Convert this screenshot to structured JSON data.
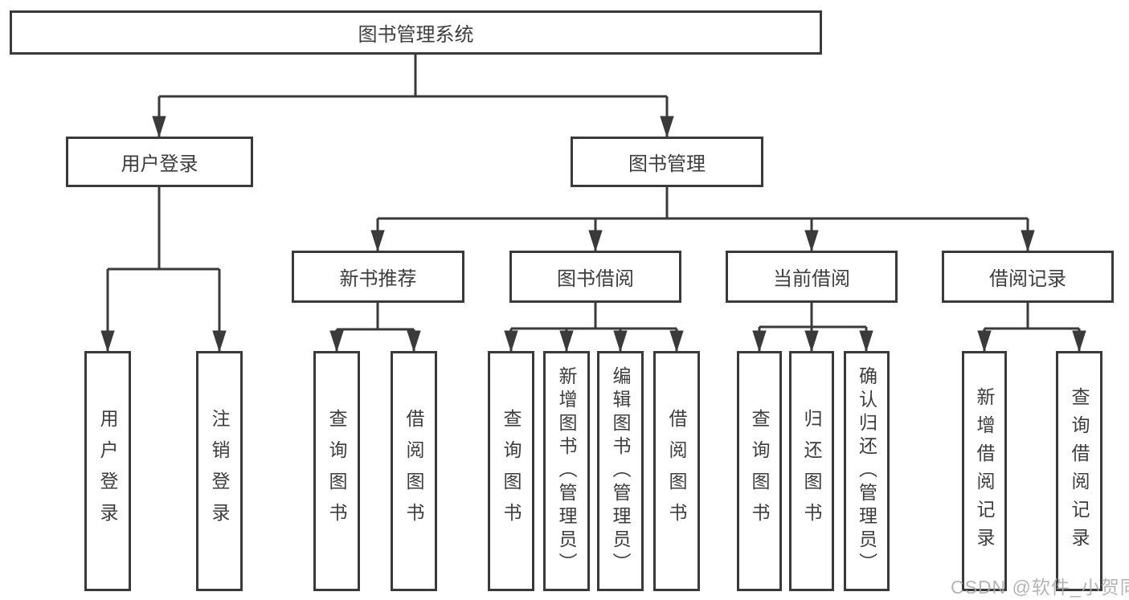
{
  "diagram": {
    "tree": {
      "label": "图书管理系统",
      "children": [
        {
          "label": "用户登录",
          "children": [
            {
              "label": "用户登录"
            },
            {
              "label": "注销登录"
            }
          ]
        },
        {
          "label": "图书管理",
          "children": [
            {
              "label": "新书推荐",
              "children": [
                {
                  "label": "查询图书"
                },
                {
                  "label": "借阅图书"
                }
              ]
            },
            {
              "label": "图书借阅",
              "children": [
                {
                  "label": "查询图书"
                },
                {
                  "label": "新增图书（管理员）"
                },
                {
                  "label": "编辑图书（管理员）"
                },
                {
                  "label": "借阅图书"
                }
              ]
            },
            {
              "label": "当前借阅",
              "children": [
                {
                  "label": "查询图书"
                },
                {
                  "label": "归还图书"
                },
                {
                  "label": "确认归还（管理员）"
                }
              ]
            },
            {
              "label": "借阅记录",
              "children": [
                {
                  "label": "新增借阅记录"
                },
                {
                  "label": "查询借阅记录"
                }
              ]
            }
          ]
        }
      ]
    }
  },
  "watermark": {
    "text": "CSDN @软件_小贺同学"
  },
  "colors": {
    "background": "#ffffff",
    "line": "#3a3a3a",
    "text": "#3d3d3d",
    "watermark": "#a8a8a8"
  }
}
